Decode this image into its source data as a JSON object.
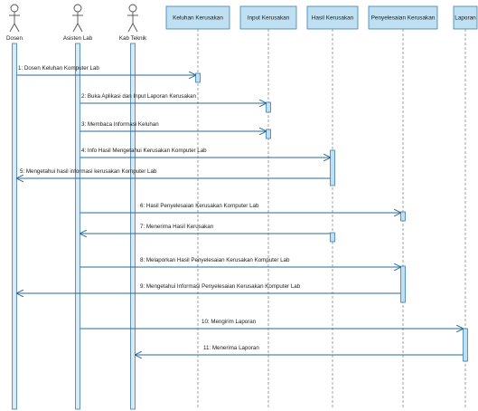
{
  "colors": {
    "lifeline": "#dbe9f2",
    "lifeline_stroke": "#3c7fb0",
    "header_fill": "#bfe0f2",
    "header_stroke": "#3c7fb0",
    "activation_fill": "#bfe0f2",
    "message_line": "#2a6a99",
    "actor_stroke": "#505050"
  },
  "actors": [
    {
      "id": "dosen",
      "label": "Dosen"
    },
    {
      "id": "asisten",
      "label": "Asisten Lab"
    },
    {
      "id": "kabteknik",
      "label": "Kab Teknik"
    }
  ],
  "objects": [
    {
      "id": "keluhan",
      "label": "Keluhan Kerusakan"
    },
    {
      "id": "input",
      "label": "Input Kerusakan"
    },
    {
      "id": "hasil",
      "label": "Hasil Kerusakan"
    },
    {
      "id": "penyelesaian",
      "label": "Penyelesaian Kerusakan"
    },
    {
      "id": "laporan",
      "label": "Laporan"
    }
  ],
  "messages": [
    {
      "label": "1: Dosen Keluhan Komputer Lab",
      "from": "dosen",
      "to": "keluhan"
    },
    {
      "label": "2: Buka Aplikasi dan Input Laporan Kerusakan",
      "from": "asisten",
      "to": "input"
    },
    {
      "label": "3: Membaca Informasi Keluhan",
      "from": "asisten",
      "to": "input"
    },
    {
      "label": "4: Info Hasil Mengetahui Kerusakan Komputer Lab",
      "from": "asisten",
      "to": "hasil"
    },
    {
      "label": "5: Mengetahui hasil informasi kerusakan Komputer Lab",
      "from": "hasil",
      "to": "dosen"
    },
    {
      "label": "6: Hasil Penyelesaian Kerusakan Komputer Lab",
      "from": "asisten",
      "to": "penyelesaian"
    },
    {
      "label": "7: Menerima Hasil Kerusakan",
      "from": "hasil",
      "to": "asisten"
    },
    {
      "label": "8: Melaporkan Hasil Penyelesaian Kerusakan Komputer Lab",
      "from": "asisten",
      "to": "penyelesaian"
    },
    {
      "label": "9: Mengetahui Informasi Penyelesaian Kerusakan Komputer Lab",
      "from": "penyelesaian",
      "to": "dosen"
    },
    {
      "label": "10: Mengirim Laporan",
      "from": "asisten",
      "to": "laporan"
    },
    {
      "label": "11: Menerima Laporan",
      "from": "laporan",
      "to": "kabteknik"
    }
  ]
}
